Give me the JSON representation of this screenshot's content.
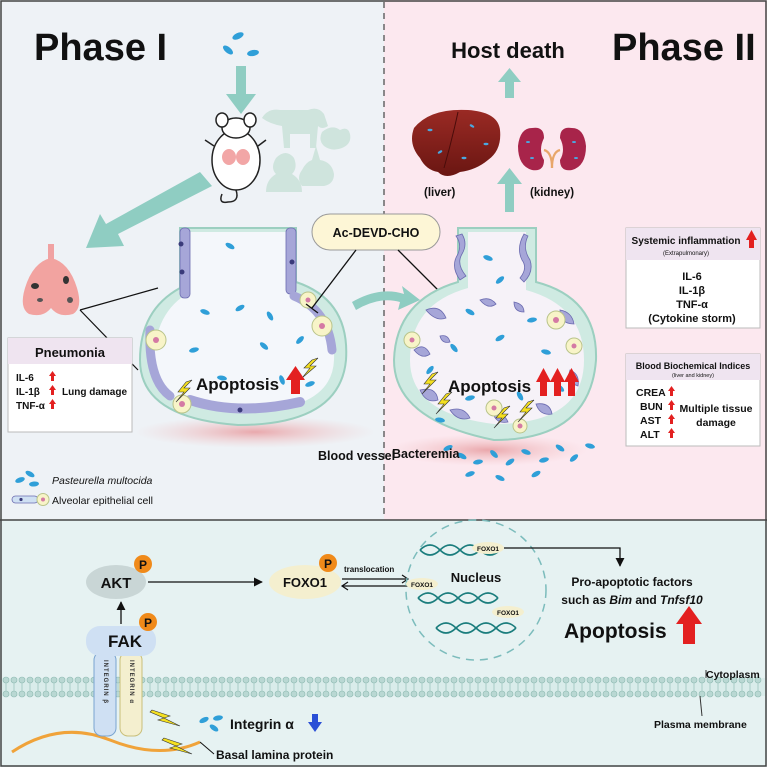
{
  "phase1": {
    "title": "Phase I",
    "pneumonia": {
      "title": "Pneumonia",
      "markers": [
        "IL-6",
        "IL-1β",
        "TNF-α"
      ],
      "effect": "Lung damage"
    },
    "apoptosis_label": "Apoptosis",
    "blood_vessel_label": "Blood vessel",
    "legend": {
      "bacteria_label": "Pasteurella multocida",
      "cell_label": "Alveolar epithelial cell"
    }
  },
  "phase2": {
    "title": "Phase II",
    "host_death_label": "Host death",
    "liver_label": "(liver)",
    "kidney_label": "(kidney)",
    "apoptosis_label": "Apoptosis",
    "bacteremia_label": "Bacteremia",
    "systemic": {
      "title": "Systemic inflammation",
      "subtitle": "(Extrapulmonary)",
      "markers": [
        "IL-6",
        "IL-1β",
        "TNF-α",
        "(Cytokine storm)"
      ]
    },
    "biochem": {
      "title": "Blood Biochemical Indices",
      "subtitle": "(liver and kidney)",
      "markers": [
        "CREA",
        "BUN",
        "AST",
        "ALT"
      ],
      "effect_line1": "Multiple tissue",
      "effect_line2": "damage"
    }
  },
  "inhibitor_label": "Ac-DEVD-CHO",
  "mechanism": {
    "akt_label": "AKT",
    "foxo1_label": "FOXO1",
    "fak_label": "FAK",
    "phospho_label": "P",
    "translocation_label": "translocation",
    "nucleus_label": "Nucleus",
    "foxo1_dna_labels": [
      "FOXO1",
      "FOXO1",
      "FOXO1"
    ],
    "proapoptotic_line1": "Pro-apoptotic factors",
    "proapoptotic_line2_prefix": "such as ",
    "bim_label": "Bim",
    "and_label": " and ",
    "tnfsf10_label": "Tnfsf10",
    "apoptosis_label": "Apoptosis",
    "integrin_beta_label": "INTEGRIN β",
    "integrin_alpha_label": "INTEGRIN α",
    "integrin_alpha_text": "Integrin α",
    "cytoplasm_label": "Cytoplasm",
    "plasma_membrane_label": "Plasma membrane",
    "basal_lamina_label": "Basal lamina protein"
  },
  "colors": {
    "phase1_bg": "#eef2f6",
    "phase2_bg": "#fce8ef",
    "bottom_bg": "#e6f2f2",
    "arrow_teal": "#8fcdc2",
    "bacteria_blue": "#2f9fd8",
    "up_red": "#e32020",
    "down_blue": "#2a4fd6",
    "phospho_orange": "#f08a1a",
    "box_header": "#efe4f0",
    "inhibitor_bg": "#fdf6d6"
  }
}
